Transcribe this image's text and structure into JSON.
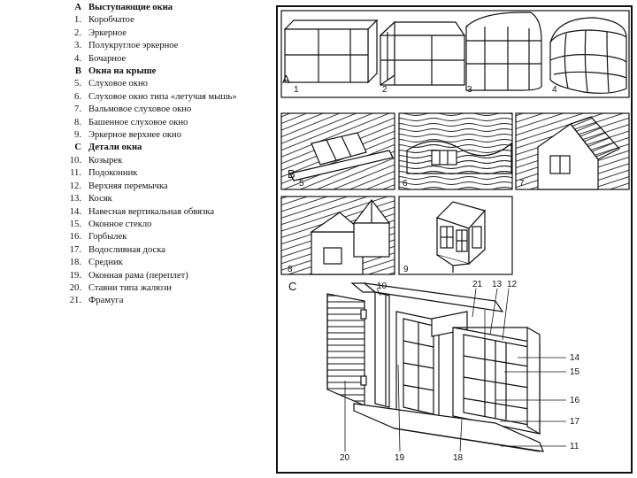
{
  "legend": [
    {
      "type": "section",
      "num": "A",
      "label": "Выступающие окна"
    },
    {
      "type": "item",
      "num": "1.",
      "label": "Коробчатое"
    },
    {
      "type": "item",
      "num": "2.",
      "label": "Эркерное"
    },
    {
      "type": "item",
      "num": "3.",
      "label": "Полукруглое эркерное"
    },
    {
      "type": "item",
      "num": "4.",
      "label": "Бочарное"
    },
    {
      "type": "section",
      "num": "B",
      "label": "Окна на крыше"
    },
    {
      "type": "item",
      "num": "5.",
      "label": "Слуховое окно"
    },
    {
      "type": "item",
      "num": "6.",
      "label": "Слуховое окно типа «летучая мышь»"
    },
    {
      "type": "item",
      "num": "7.",
      "label": "Вальмовое слуховое окно"
    },
    {
      "type": "item",
      "num": "8.",
      "label": "Башенное слуховое окно"
    },
    {
      "type": "item",
      "num": "9.",
      "label": "Эркерное верхнее окно"
    },
    {
      "type": "section",
      "num": "C",
      "label": "Детали окна"
    },
    {
      "type": "item",
      "num": "10.",
      "label": "Козырек"
    },
    {
      "type": "item",
      "num": "11.",
      "label": "Подоконник"
    },
    {
      "type": "item",
      "num": "12.",
      "label": "Верхняя перемычка"
    },
    {
      "type": "item",
      "num": "13.",
      "label": "Косяк"
    },
    {
      "type": "item",
      "num": "14.",
      "label": "Навесная вертикальная обвязка"
    },
    {
      "type": "item",
      "num": "15.",
      "label": "Оконное стекло"
    },
    {
      "type": "item",
      "num": "16.",
      "label": "Горбылек"
    },
    {
      "type": "item",
      "num": "17.",
      "label": "Водосливная доска"
    },
    {
      "type": "item",
      "num": "18.",
      "label": "Средник"
    },
    {
      "type": "item",
      "num": "19.",
      "label": "Оконная рама (переплет)"
    },
    {
      "type": "item",
      "num": "20.",
      "label": "Ставни типа жалюзи"
    },
    {
      "type": "item",
      "num": "21.",
      "label": "Фрамуга"
    }
  ],
  "figure": {
    "section_a": "A",
    "section_b": "B",
    "section_c": "C",
    "callouts": [
      "1",
      "2",
      "3",
      "4",
      "5",
      "6",
      "7",
      "8",
      "9",
      "10",
      "11",
      "12",
      "13",
      "14",
      "15",
      "16",
      "17",
      "18",
      "19",
      "20",
      "21"
    ]
  }
}
